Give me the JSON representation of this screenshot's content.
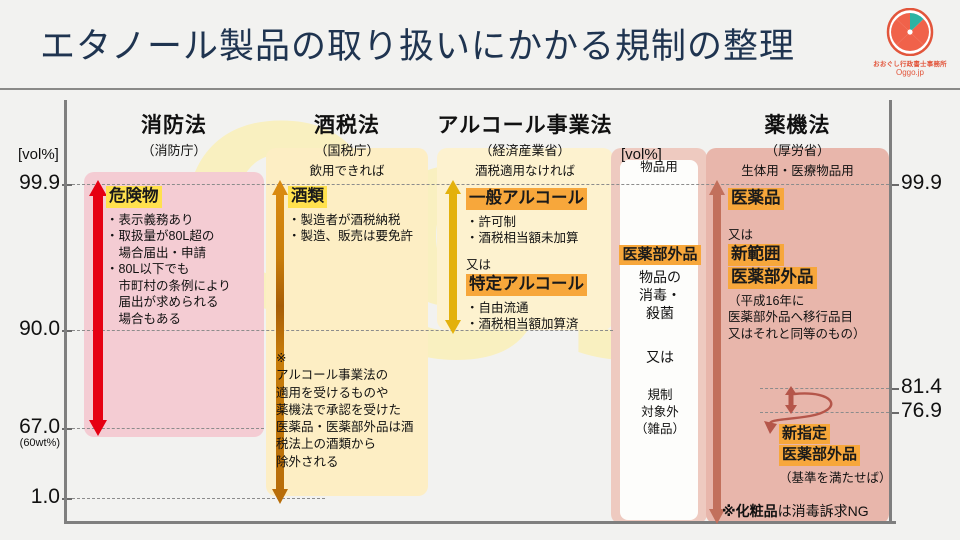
{
  "header": {
    "title": "エタノール製品の取り扱いにかかる規制の整理",
    "logo_line1": "おおぐし行政書士事務所",
    "logo_line2": "Oggo.jp",
    "logo_icon": "citrus-slice-icon"
  },
  "watermark_text": "Oggo",
  "axis": {
    "unit_left": "[vol%]",
    "unit_mid": "[vol%]",
    "left_ticks": [
      "99.9",
      "90.0",
      "67.0",
      "1.0"
    ],
    "left_tick_sub": "(60wt%)",
    "right_ticks": [
      "99.9",
      "81.4",
      "76.9"
    ]
  },
  "columns": [
    {
      "id": "shobo",
      "name": "消防法",
      "agency": "（消防庁）",
      "condition": "",
      "band_color": "#f4ccd3",
      "arrow_color": "#e60012",
      "arrow_range": [
        "99.9",
        "67.0"
      ],
      "body": {
        "heading": "危険物",
        "heading_style": "yellow",
        "lines": [
          "・表示義務あり",
          "・取扱量が80L超の",
          "　場合届出・申請",
          "・80L以下でも",
          "　市町村の条例により",
          "　届出が求められる",
          "　場合もある"
        ]
      }
    },
    {
      "id": "shuzei",
      "name": "酒税法",
      "agency": "（国税庁）",
      "condition": "飲用できれば",
      "band_color": "#fdeec4",
      "arrow_color": "#c87d0a",
      "arrow_range": [
        "99.9",
        "1.0"
      ],
      "body": {
        "heading": "酒類",
        "heading_style": "yellow",
        "lines": [
          "・製造者が酒税納税",
          "・製造、販売は要免許"
        ]
      },
      "note": [
        "※",
        "アルコール事業法の",
        "適用を受けるものや",
        "薬機法で承認を受けた",
        "医薬品・医薬部外品は酒",
        "税法上の酒類から",
        "除外される"
      ]
    },
    {
      "id": "alcohol",
      "name": "アルコール事業法",
      "agency": "（経済産業省）",
      "condition": "酒税適用なければ",
      "band_color": "#fdf2cf",
      "arrow_color": "#e3b10c",
      "arrow_range": [
        "99.9",
        "90.0"
      ],
      "body": {
        "heading": "一般アルコール",
        "heading_style": "orange",
        "lines": [
          "・許可制",
          "・酒税相当額未加算"
        ],
        "or_label": "又は",
        "heading2": "特定アルコール",
        "heading2_style": "orange",
        "lines2": [
          "・自由流通",
          "・酒税相当額加算済"
        ]
      }
    },
    {
      "id": "buppin",
      "name": "",
      "agency": "",
      "condition": "物品用",
      "band_color": "#eecac0",
      "body": {
        "heading": "医薬部外品",
        "heading_style": "orange",
        "lines": [
          "物品の",
          "消毒・",
          "殺菌"
        ],
        "or_label": "又は",
        "lines2": [
          "規制",
          "対象外",
          "（雑品）"
        ]
      }
    },
    {
      "id": "yakki",
      "name": "薬機法",
      "agency": "（厚労省）",
      "condition": "生体用・医療物品用",
      "band_color": "#e8b6ab",
      "arrow_color": "#c2705c",
      "arrow_range": [
        "99.9",
        "bottom"
      ],
      "body": {
        "heading": "医薬品",
        "heading_style": "orange",
        "or_label": "又は",
        "heading2": "新範囲",
        "heading3": "医薬部外品",
        "heading2_style": "orange",
        "lines2": [
          "（平成16年に",
          "医薬部外品へ移行品目",
          "又はそれと同等のもの）"
        ]
      },
      "callout": {
        "line1": "新指定",
        "line2": "医薬部外品",
        "sub": "（基準を満たせば）",
        "range": [
          "81.4",
          "76.9"
        ],
        "arrow_icon": "curved-arrow-icon"
      },
      "footnote": "※化粧品は消毒訴求NG",
      "footnote_bold": "※化粧品"
    }
  ]
}
